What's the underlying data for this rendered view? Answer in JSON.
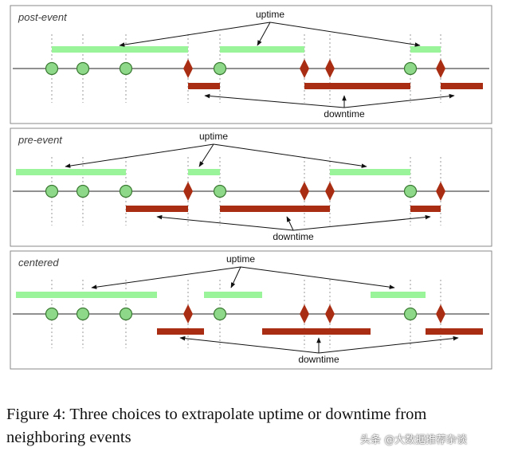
{
  "panels": [
    {
      "label": "post-event",
      "events": [
        {
          "type": "up",
          "t": 65
        },
        {
          "type": "up",
          "t": 104
        },
        {
          "type": "up",
          "t": 158
        },
        {
          "type": "down",
          "t": 236
        },
        {
          "type": "up",
          "t": 276
        },
        {
          "type": "down",
          "t": 382
        },
        {
          "type": "down",
          "t": 414
        },
        {
          "type": "up",
          "t": 515
        },
        {
          "type": "down",
          "t": 553
        }
      ],
      "uptime_spans": [
        [
          65,
          236
        ],
        [
          276,
          382
        ],
        [
          515,
          553
        ]
      ],
      "downtime_spans": [
        [
          236,
          276
        ],
        [
          382,
          515
        ],
        [
          553,
          606
        ]
      ]
    },
    {
      "label": "pre-event",
      "events": [
        {
          "type": "up",
          "t": 65
        },
        {
          "type": "up",
          "t": 104
        },
        {
          "type": "up",
          "t": 158
        },
        {
          "type": "down",
          "t": 236
        },
        {
          "type": "up",
          "t": 276
        },
        {
          "type": "down",
          "t": 382
        },
        {
          "type": "down",
          "t": 414
        },
        {
          "type": "up",
          "t": 515
        },
        {
          "type": "down",
          "t": 553
        }
      ],
      "uptime_spans": [
        [
          20,
          158
        ],
        [
          236,
          276
        ],
        [
          414,
          515
        ]
      ],
      "downtime_spans": [
        [
          158,
          236
        ],
        [
          276,
          414
        ],
        [
          515,
          553
        ]
      ]
    },
    {
      "label": "centered",
      "events": [
        {
          "type": "up",
          "t": 65
        },
        {
          "type": "up",
          "t": 104
        },
        {
          "type": "up",
          "t": 158
        },
        {
          "type": "down",
          "t": 236
        },
        {
          "type": "up",
          "t": 276
        },
        {
          "type": "down",
          "t": 382
        },
        {
          "type": "down",
          "t": 414
        },
        {
          "type": "up",
          "t": 515
        },
        {
          "type": "down",
          "t": 553
        }
      ],
      "uptime_spans": [
        [
          20,
          197
        ],
        [
          256,
          329
        ],
        [
          465,
          534
        ]
      ],
      "downtime_spans": [
        [
          197,
          256
        ],
        [
          329,
          465
        ],
        [
          534,
          606
        ]
      ]
    }
  ],
  "uptime_label": "uptime",
  "downtime_label": "downtime",
  "caption": "Figure 4: Three choices to extrapolate uptime or downtime from neighboring events",
  "watermark": "头条 @大数据推荐杂谈",
  "colors": {
    "uptime": "#9af59a",
    "downtime": "#a82d12",
    "up_marker": "#8ed88a",
    "up_marker_stroke": "#3a7a32",
    "down_marker": "#a82d12",
    "panel_border": "#8a8a8a",
    "panel_fill": "#ffffff"
  }
}
